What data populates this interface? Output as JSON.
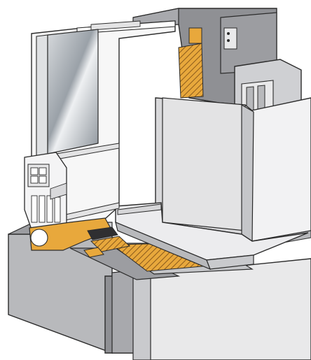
{
  "diagram": {
    "subject": "window-frame-installation-cross-section",
    "parts": [
      {
        "name": "glazing-panel",
        "icon": "glass-pane"
      },
      {
        "name": "window-sash-frame",
        "icon": "profile-frame"
      },
      {
        "name": "frame-profile-chambers",
        "icon": "chambers"
      },
      {
        "name": "insulation-foam-strip",
        "icon": "hatched-strip"
      },
      {
        "name": "upper-lintel-block",
        "icon": "block"
      },
      {
        "name": "interior-wall-panel",
        "icon": "wall"
      },
      {
        "name": "window-sill-board",
        "icon": "sill"
      },
      {
        "name": "base-masonry",
        "icon": "masonry"
      }
    ],
    "colors": {
      "background": "#ffffff",
      "masonry-dark": "#8f9094",
      "masonry-mid": "#a8a9ad",
      "masonry-light": "#c9cacd",
      "wall-light": "#e9e9ea",
      "frame-white": "#f7f7f7",
      "outline": "#2b2b2b",
      "insulation": "#e8a83c",
      "insulation-hatch": "#8a5a1c",
      "glass": "#b9bec4"
    }
  }
}
